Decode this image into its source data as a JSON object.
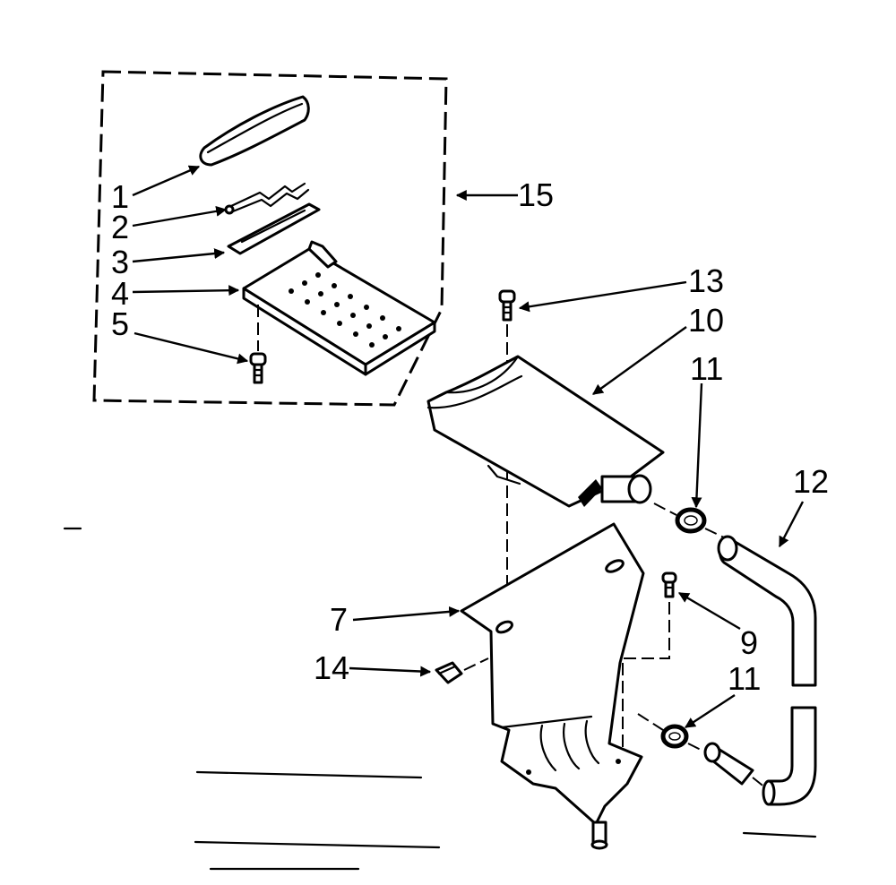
{
  "diagram": {
    "callouts": {
      "c1": "1",
      "c2": "2",
      "c3": "3",
      "c4": "4",
      "c5": "5",
      "c7": "7",
      "c9": "9",
      "c10": "10",
      "c11a": "11",
      "c11b": "11",
      "c12": "12",
      "c13": "13",
      "c14": "14",
      "c15": "15"
    },
    "colors": {
      "ink": "#000000",
      "paper": "#ffffff"
    }
  }
}
